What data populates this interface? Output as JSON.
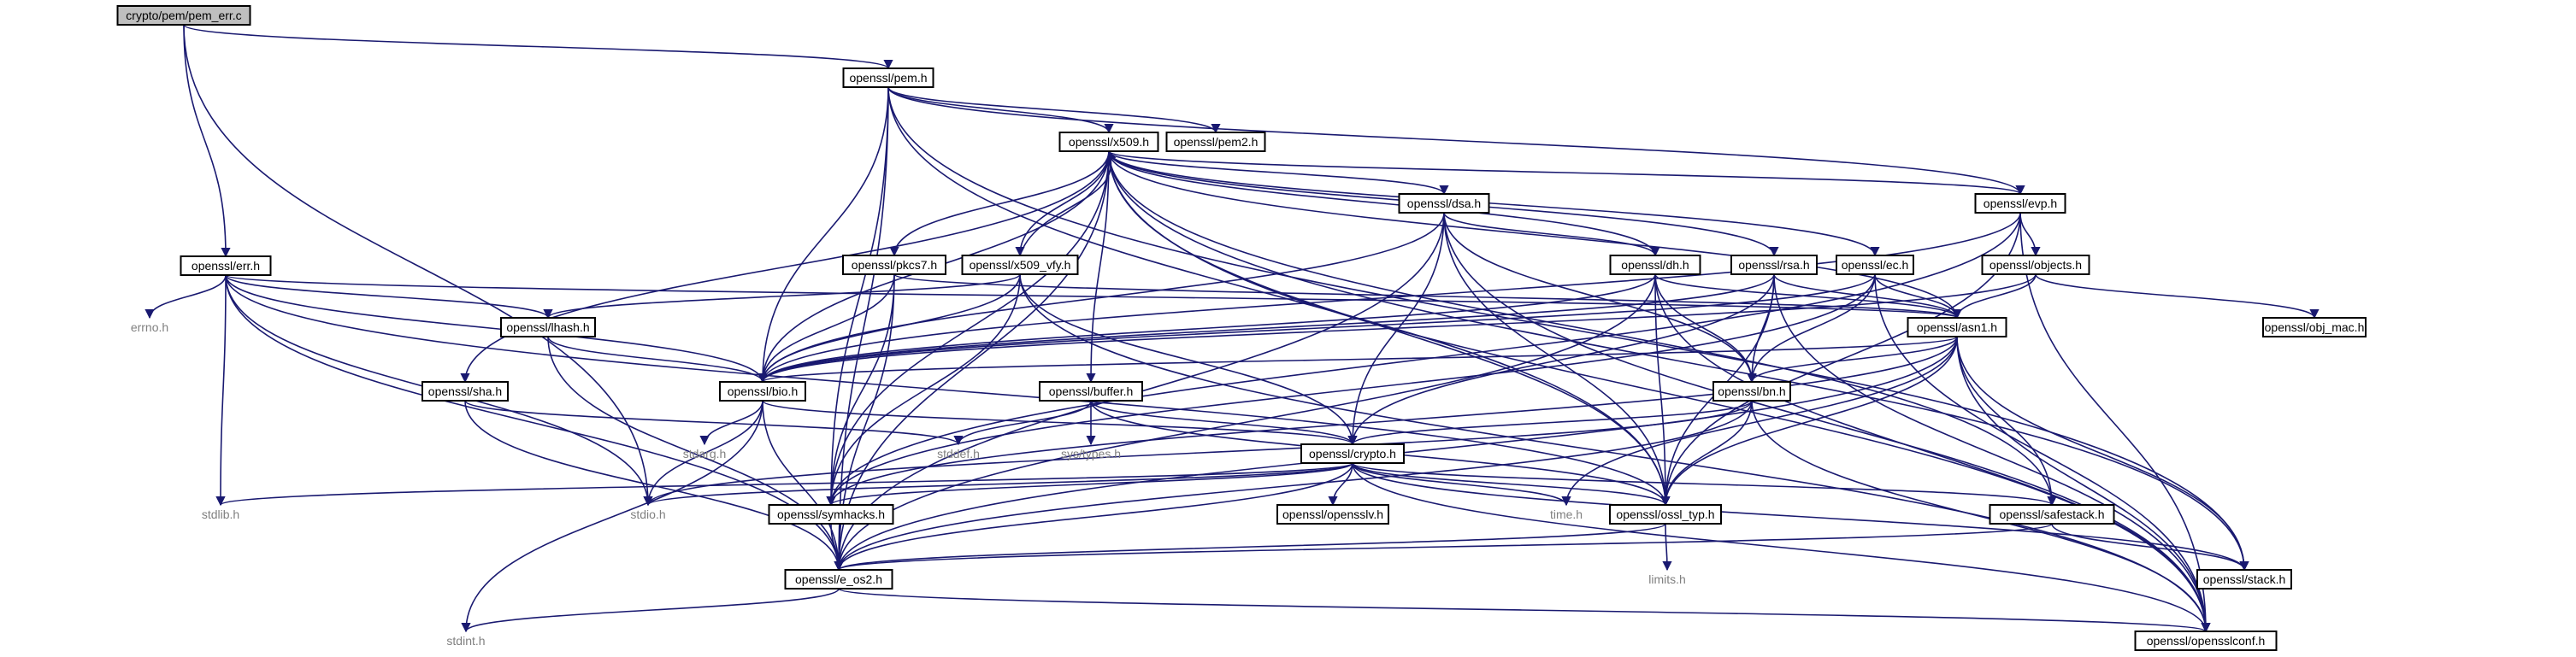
{
  "colors": {
    "edge": "#191970",
    "node_fill": "#ffffff",
    "root_fill": "#bfbfbf",
    "node_border": "#000000",
    "system_text": "#808080"
  },
  "nodes": {
    "pem_err_c": "crypto/pem/pem_err.c",
    "pem_h": "openssl/pem.h",
    "x509_h": "openssl/x509.h",
    "pem2_h": "openssl/pem2.h",
    "err_h": "openssl/err.h",
    "dsa_h": "openssl/dsa.h",
    "evp_h": "openssl/evp.h",
    "pkcs7_h": "openssl/pkcs7.h",
    "x509_vfy_h": "openssl/x509_vfy.h",
    "dh_h": "openssl/dh.h",
    "rsa_h": "openssl/rsa.h",
    "ec_h": "openssl/ec.h",
    "objects_h": "openssl/objects.h",
    "errno_h": "errno.h",
    "lhash_h": "openssl/lhash.h",
    "asn1_h": "openssl/asn1.h",
    "obj_mac_h": "openssl/obj_mac.h",
    "sha_h": "openssl/sha.h",
    "bio_h": "openssl/bio.h",
    "buffer_h": "openssl/buffer.h",
    "bn_h": "openssl/bn.h",
    "stdarg_h": "stdarg.h",
    "stddef_h": "stddef.h",
    "systypes_h": "sys/types.h",
    "crypto_h": "openssl/crypto.h",
    "stdlib_h": "stdlib.h",
    "stdio_h": "stdio.h",
    "symhacks_h": "openssl/symhacks.h",
    "opensslv_h": "openssl/opensslv.h",
    "time_h": "time.h",
    "ossl_typ_h": "openssl/ossl_typ.h",
    "safestack_h": "openssl/safestack.h",
    "e_os2_h": "openssl/e_os2.h",
    "limits_h": "limits.h",
    "stack_h": "openssl/stack.h",
    "stdint_h": "stdint.h",
    "opensslconf_h": "openssl/opensslconf.h"
  },
  "system_headers": [
    "errno_h",
    "stdarg_h",
    "stddef_h",
    "systypes_h",
    "stdlib_h",
    "stdio_h",
    "time_h",
    "limits_h",
    "stdint_h"
  ],
  "root": "pem_err_c",
  "edges": [
    [
      "pem_err_c",
      "pem_h"
    ],
    [
      "pem_err_c",
      "err_h"
    ],
    [
      "pem_err_c",
      "stdio_h"
    ],
    [
      "pem_h",
      "x509_h"
    ],
    [
      "pem_h",
      "pem2_h"
    ],
    [
      "pem_h",
      "evp_h"
    ],
    [
      "pem_h",
      "bio_h"
    ],
    [
      "pem_h",
      "stack_h"
    ],
    [
      "pem_h",
      "e_os2_h"
    ],
    [
      "pem_h",
      "symhacks_h"
    ],
    [
      "pem_h",
      "ossl_typ_h"
    ],
    [
      "x509_h",
      "dsa_h"
    ],
    [
      "x509_h",
      "evp_h"
    ],
    [
      "x509_h",
      "pkcs7_h"
    ],
    [
      "x509_h",
      "x509_vfy_h"
    ],
    [
      "x509_h",
      "dh_h"
    ],
    [
      "x509_h",
      "rsa_h"
    ],
    [
      "x509_h",
      "ec_h"
    ],
    [
      "x509_h",
      "asn1_h"
    ],
    [
      "x509_h",
      "sha_h"
    ],
    [
      "x509_h",
      "bio_h"
    ],
    [
      "x509_h",
      "buffer_h"
    ],
    [
      "x509_h",
      "stack_h"
    ],
    [
      "x509_h",
      "e_os2_h"
    ],
    [
      "x509_h",
      "symhacks_h"
    ],
    [
      "x509_h",
      "ossl_typ_h"
    ],
    [
      "x509_h",
      "opensslconf_h"
    ],
    [
      "x509_h",
      "safestack_h"
    ],
    [
      "err_h",
      "errno_h"
    ],
    [
      "err_h",
      "stdlib_h"
    ],
    [
      "err_h",
      "stdio_h"
    ],
    [
      "err_h",
      "lhash_h"
    ],
    [
      "err_h",
      "bio_h"
    ],
    [
      "err_h",
      "e_os2_h"
    ],
    [
      "err_h",
      "ossl_typ_h"
    ],
    [
      "err_h",
      "asn1_h"
    ],
    [
      "dsa_h",
      "bio_h"
    ],
    [
      "dsa_h",
      "dh_h"
    ],
    [
      "dsa_h",
      "bn_h"
    ],
    [
      "dsa_h",
      "crypto_h"
    ],
    [
      "dsa_h",
      "ossl_typ_h"
    ],
    [
      "dsa_h",
      "e_os2_h"
    ],
    [
      "dsa_h",
      "opensslconf_h"
    ],
    [
      "evp_h",
      "objects_h"
    ],
    [
      "evp_h",
      "bio_h"
    ],
    [
      "evp_h",
      "symhacks_h"
    ],
    [
      "evp_h",
      "ossl_typ_h"
    ],
    [
      "evp_h",
      "opensslconf_h"
    ],
    [
      "pkcs7_h",
      "bio_h"
    ],
    [
      "pkcs7_h",
      "asn1_h"
    ],
    [
      "pkcs7_h",
      "symhacks_h"
    ],
    [
      "pkcs7_h",
      "e_os2_h"
    ],
    [
      "x509_vfy_h",
      "x509_h"
    ],
    [
      "x509_vfy_h",
      "lhash_h"
    ],
    [
      "x509_vfy_h",
      "bio_h"
    ],
    [
      "x509_vfy_h",
      "crypto_h"
    ],
    [
      "x509_vfy_h",
      "symhacks_h"
    ],
    [
      "x509_vfy_h",
      "opensslconf_h"
    ],
    [
      "dh_h",
      "bio_h"
    ],
    [
      "dh_h",
      "bn_h"
    ],
    [
      "dh_h",
      "asn1_h"
    ],
    [
      "dh_h",
      "ossl_typ_h"
    ],
    [
      "dh_h",
      "e_os2_h"
    ],
    [
      "dh_h",
      "opensslconf_h"
    ],
    [
      "rsa_h",
      "bio_h"
    ],
    [
      "rsa_h",
      "bn_h"
    ],
    [
      "rsa_h",
      "asn1_h"
    ],
    [
      "rsa_h",
      "crypto_h"
    ],
    [
      "rsa_h",
      "ossl_typ_h"
    ],
    [
      "rsa_h",
      "opensslconf_h"
    ],
    [
      "ec_h",
      "bio_h"
    ],
    [
      "ec_h",
      "bn_h"
    ],
    [
      "ec_h",
      "asn1_h"
    ],
    [
      "ec_h",
      "symhacks_h"
    ],
    [
      "ec_h",
      "opensslconf_h"
    ],
    [
      "objects_h",
      "obj_mac_h"
    ],
    [
      "objects_h",
      "asn1_h"
    ],
    [
      "objects_h",
      "bio_h"
    ],
    [
      "lhash_h",
      "bio_h"
    ],
    [
      "lhash_h",
      "e_os2_h"
    ],
    [
      "asn1_h",
      "bio_h"
    ],
    [
      "asn1_h",
      "bn_h"
    ],
    [
      "asn1_h",
      "time_h"
    ],
    [
      "asn1_h",
      "stack_h"
    ],
    [
      "asn1_h",
      "safestack_h"
    ],
    [
      "asn1_h",
      "ossl_typ_h"
    ],
    [
      "asn1_h",
      "e_os2_h"
    ],
    [
      "asn1_h",
      "symhacks_h"
    ],
    [
      "asn1_h",
      "opensslconf_h"
    ],
    [
      "sha_h",
      "stddef_h"
    ],
    [
      "sha_h",
      "e_os2_h"
    ],
    [
      "bio_h",
      "stdarg_h"
    ],
    [
      "bio_h",
      "stdint_h"
    ],
    [
      "bio_h",
      "crypto_h"
    ],
    [
      "bio_h",
      "stdio_h"
    ],
    [
      "bio_h",
      "e_os2_h"
    ],
    [
      "buffer_h",
      "stddef_h"
    ],
    [
      "buffer_h",
      "systypes_h"
    ],
    [
      "buffer_h",
      "crypto_h"
    ],
    [
      "buffer_h",
      "ossl_typ_h"
    ],
    [
      "bn_h",
      "crypto_h"
    ],
    [
      "bn_h",
      "ossl_typ_h"
    ],
    [
      "bn_h",
      "e_os2_h"
    ],
    [
      "bn_h",
      "stdio_h"
    ],
    [
      "bn_h",
      "opensslconf_h"
    ],
    [
      "crypto_h",
      "stdlib_h"
    ],
    [
      "crypto_h",
      "stdio_h"
    ],
    [
      "crypto_h",
      "symhacks_h"
    ],
    [
      "crypto_h",
      "opensslv_h"
    ],
    [
      "crypto_h",
      "time_h"
    ],
    [
      "crypto_h",
      "ossl_typ_h"
    ],
    [
      "crypto_h",
      "safestack_h"
    ],
    [
      "crypto_h",
      "e_os2_h"
    ],
    [
      "crypto_h",
      "stack_h"
    ],
    [
      "crypto_h",
      "opensslconf_h"
    ],
    [
      "symhacks_h",
      "e_os2_h"
    ],
    [
      "ossl_typ_h",
      "limits_h"
    ],
    [
      "ossl_typ_h",
      "e_os2_h"
    ],
    [
      "safestack_h",
      "stack_h"
    ],
    [
      "safestack_h",
      "e_os2_h"
    ],
    [
      "e_os2_h",
      "stdint_h"
    ],
    [
      "e_os2_h",
      "opensslconf_h"
    ]
  ]
}
